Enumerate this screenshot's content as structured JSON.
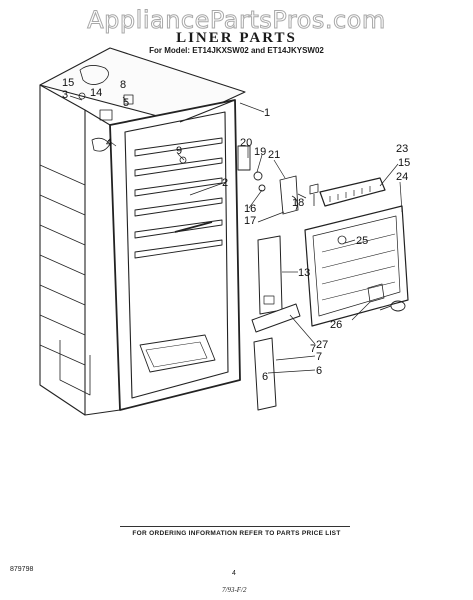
{
  "watermark": "AppliancePartsPros.com",
  "title": "LINER PARTS",
  "subtitle": "For Model: ET14JKXSW02 and ET14JKYSW02",
  "callouts": [
    "1",
    "2",
    "3",
    "4",
    "5",
    "6",
    "7",
    "8",
    "9",
    "13",
    "14",
    "15",
    "16",
    "17",
    "18",
    "19",
    "20",
    "21",
    "23",
    "15",
    "24",
    "25",
    "26",
    "27",
    "7",
    "6"
  ],
  "footer_note": "FOR ORDERING INFORMATION REFER TO PARTS PRICE LIST",
  "doc_number": "879798",
  "page_number": "4",
  "date_code": "7/93-F/2"
}
